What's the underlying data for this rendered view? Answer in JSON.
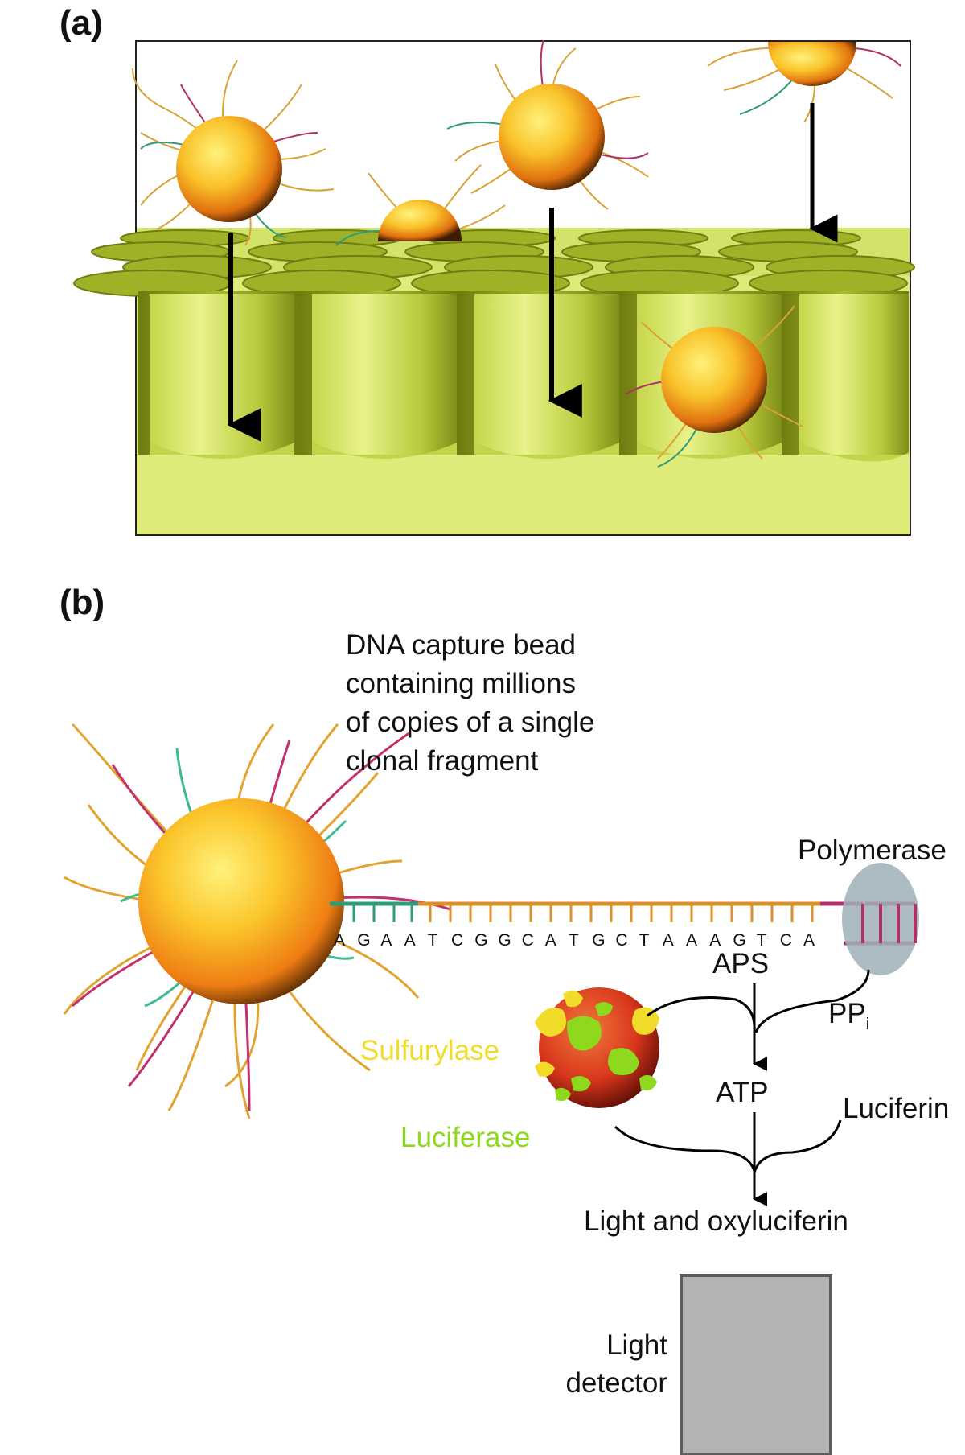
{
  "panel_a": {
    "label": "(a)"
  },
  "panel_b": {
    "label": "(b)",
    "bead_description": [
      "DNA capture bead",
      "containing millions",
      "of copies of a single",
      "clonal fragment"
    ],
    "sequence": [
      "A",
      "G",
      "A",
      "A",
      "T",
      "C",
      "G",
      "G",
      "C",
      "A",
      "T",
      "G",
      "C",
      "T",
      "A",
      "A",
      "A",
      "G",
      "T",
      "C",
      "A"
    ],
    "polymerase": "Polymerase",
    "aps": "APS",
    "ppi_main": "PP",
    "ppi_sub": "i",
    "sulfurylase": "Sulfurylase",
    "luciferase": "Luciferase",
    "atp": "ATP",
    "luciferin": "Luciferin",
    "products": "Light and oxyluciferin",
    "detector_line1": "Light",
    "detector_line2": "detector"
  },
  "colors": {
    "plate": "#d9e76a",
    "plate_dark": "#8f9e1e",
    "bead_light": "#ffe84a",
    "bead_mid": "#f7a21b",
    "bead_dark": "#3b1c04",
    "strand_orange": "#e2a431",
    "strand_magenta": "#c2306e",
    "strand_teal": "#3fb98f",
    "sulfurylase": "#f2dc2a",
    "luciferase": "#8ed81d",
    "enzyme_body": "#d8361c",
    "polymerase": "#9fb0b7",
    "detector": "#b3b3b3"
  }
}
